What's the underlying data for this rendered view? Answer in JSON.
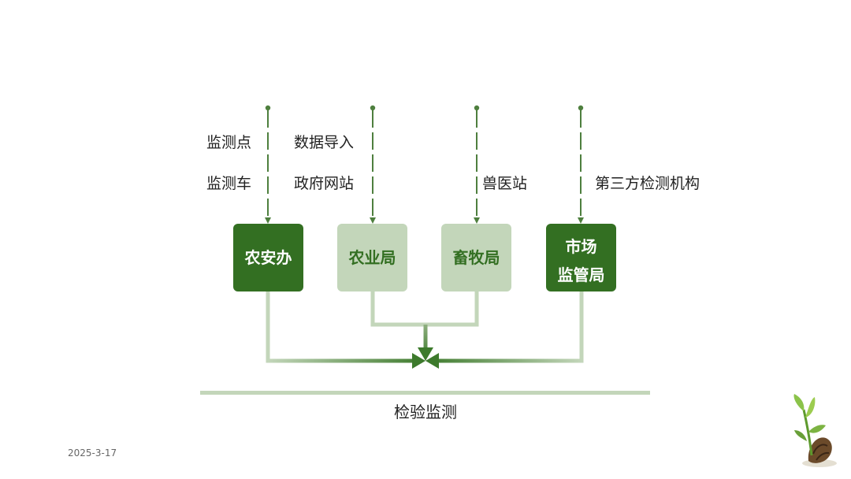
{
  "colors": {
    "dark_green": "#336F22",
    "light_green": "#C3D6BA",
    "line_light": "#C3D6BA",
    "line_dark": "#3D7A2C",
    "stem": "#4E7F3E"
  },
  "sources": {
    "col1": [
      "监测点",
      "监测车"
    ],
    "col2": [
      "数据导入",
      "政府网站"
    ],
    "col3": [
      "兽医站"
    ],
    "col4": [
      "第三方检测机构"
    ]
  },
  "boxes": [
    {
      "lines": [
        "农安办"
      ],
      "style": "dark"
    },
    {
      "lines": [
        "农业局"
      ],
      "style": "light"
    },
    {
      "lines": [
        "畜牧局"
      ],
      "style": "light"
    },
    {
      "lines": [
        "市场",
        "监管局"
      ],
      "style": "dark"
    }
  ],
  "bottom_label": "检验监测",
  "date": "2025-3-17",
  "decor": {
    "icon": "sprout-icon"
  }
}
